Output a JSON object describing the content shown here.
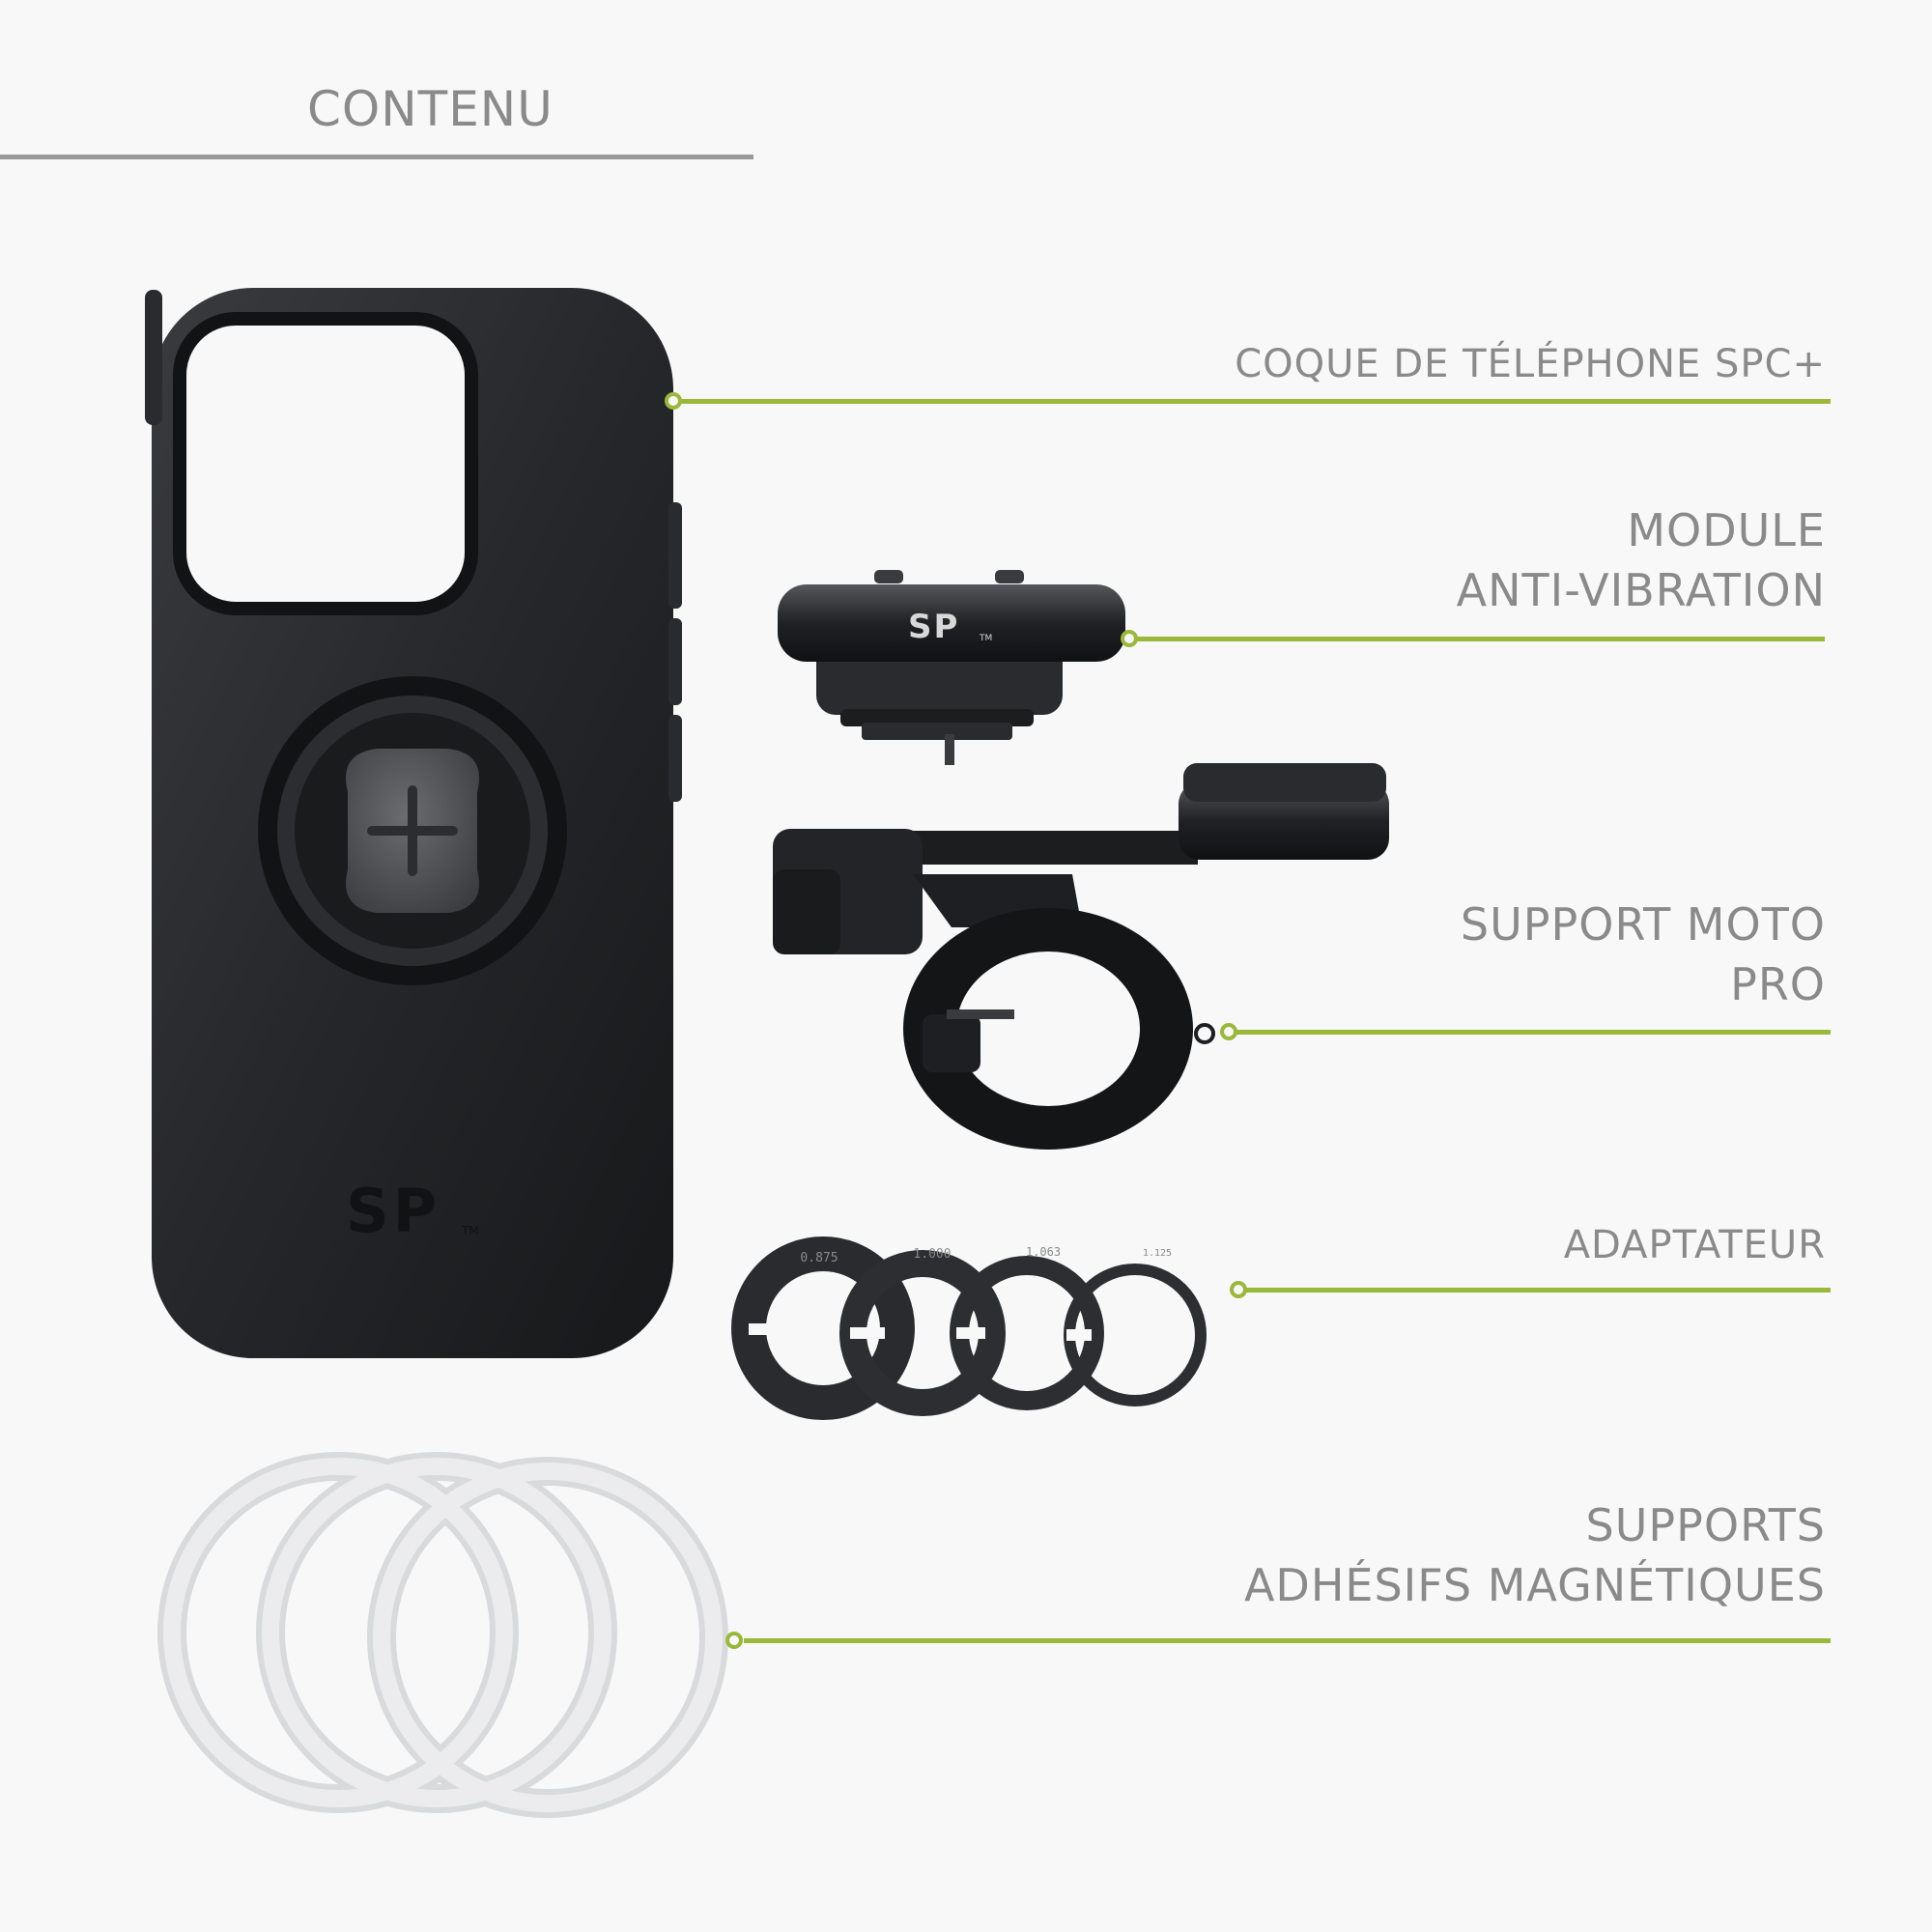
{
  "heading": "CONTENU",
  "items": [
    {
      "lines": [
        "COQUE DE TÉLÉPHONE SPC+"
      ]
    },
    {
      "lines": [
        "MODULE",
        "ANTI-VIBRATION"
      ]
    },
    {
      "lines": [
        "SUPPORT MOTO",
        "PRO"
      ]
    },
    {
      "lines": [
        "ADAPTATEUR"
      ]
    },
    {
      "lines": [
        "SUPPORTS",
        "ADHÉSIFS MAGNÉTIQUES"
      ]
    }
  ],
  "product_marks": {
    "case_logo": "SP",
    "module_logo": "SP",
    "trademark": "TM",
    "shim_sizes": [
      "0.875",
      "1.000",
      "1.063",
      "1.125"
    ]
  },
  "colors": {
    "accent": "#9ab83a",
    "text": "#8a8a8a",
    "product": "#1e1f22",
    "background": "#f8f8f8"
  }
}
